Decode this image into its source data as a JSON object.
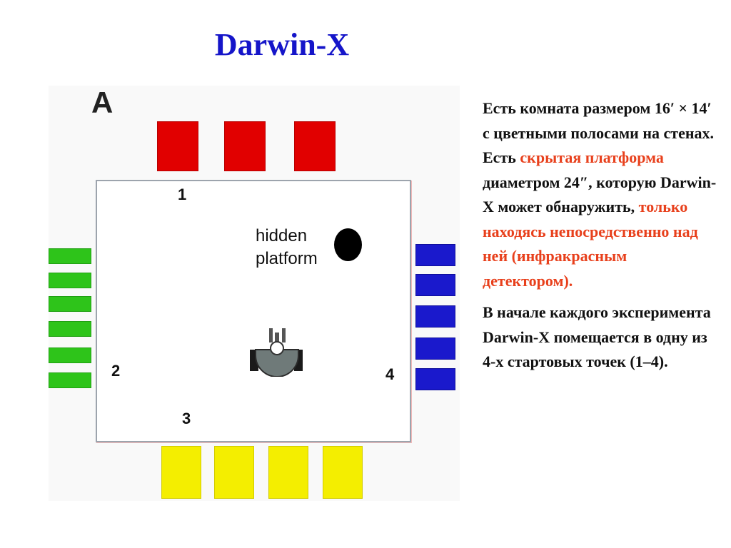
{
  "title": "Darwin-X",
  "figure": {
    "panel_letter": "A",
    "start_points": [
      "1",
      "2",
      "3",
      "4"
    ],
    "platform_label_line1": "hidden",
    "platform_label_line2": "platform",
    "stripe_colors": {
      "top": "#e10000",
      "left": "#2ec41a",
      "right": "#1a19cc",
      "bottom": "#f4ee00"
    },
    "robot_icon": "robot-icon",
    "platform_icon": "hidden-platform-dot"
  },
  "text": {
    "p1_part1": "Есть комната размером 16′ × 14′ с цветными полосами на стенах. Есть ",
    "p1_highlight1": "скрытая платформа",
    "p1_part2": " диаметром 24″, которую Darwin-X может обнаружить, ",
    "p1_highlight2": "только находясь непосредственно над ней (инфракрасным детектором).",
    "p2": "В начале каждого эксперимента Darwin-X помещается в одну из 4-х стартовых точек (1–4)."
  },
  "colors": {
    "title": "#1515c9",
    "highlight": "#e8401c"
  }
}
